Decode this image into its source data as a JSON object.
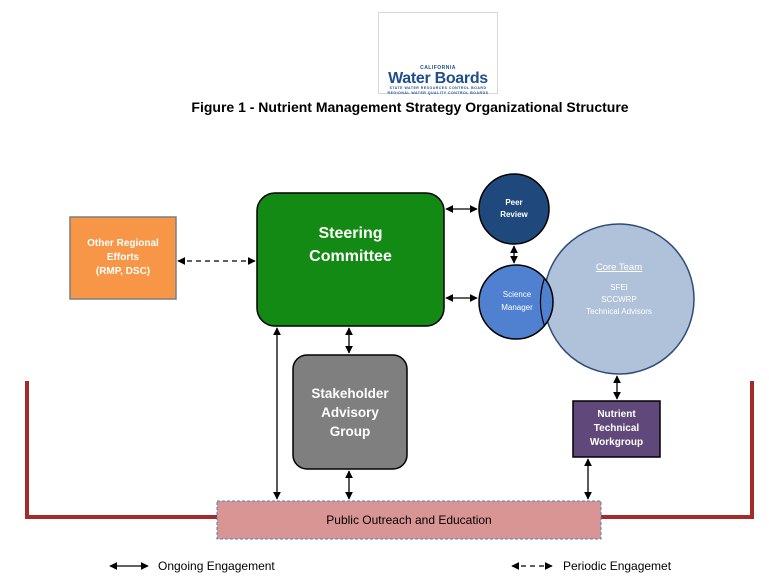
{
  "logo": {
    "top_text": "CALIFORNIA",
    "name": "Water Boards",
    "sub1": "STATE WATER RESOURCES CONTROL BOARD",
    "sub2": "REGIONAL WATER QUALITY CONTROL BOARDS"
  },
  "figure_title": "Figure 1 -  Nutrient Management Strategy Organizational  Structure",
  "nodes": {
    "other_regional": {
      "line1": "Other Regional",
      "line2": "Efforts",
      "line3": "(RMP, DSC)"
    },
    "steering": {
      "line1": "Steering",
      "line2": "Committee"
    },
    "peer_review": {
      "line1": "Peer",
      "line2": "Review"
    },
    "science_manager": {
      "line1": "Science",
      "line2": "Manager"
    },
    "core_team": {
      "title": "Core Team",
      "line1": "SFEI",
      "line2": "SCCWRP",
      "line3": "Technical Advisors"
    },
    "stakeholder": {
      "line1": "Stakeholder",
      "line2": "Advisory",
      "line3": "Group"
    },
    "nutrient_tech": {
      "line1": "Nutrient",
      "line2": "Technical",
      "line3": "Workgroup"
    },
    "public_outreach": {
      "label": "Public Outreach and Education"
    }
  },
  "legend": {
    "ongoing": "Ongoing Engagement",
    "periodic": "Periodic Engagemet"
  },
  "colors": {
    "orange": "#f79646",
    "green": "#138a13",
    "navy": "#1f497d",
    "blue": "#4f81d0",
    "light_blue": "#b0c2da",
    "gray": "#7f7f7f",
    "purple": "#60497a",
    "pink": "#d99594",
    "dark_red": "#a52a2a",
    "logo_blue": "#1f4e8c"
  }
}
